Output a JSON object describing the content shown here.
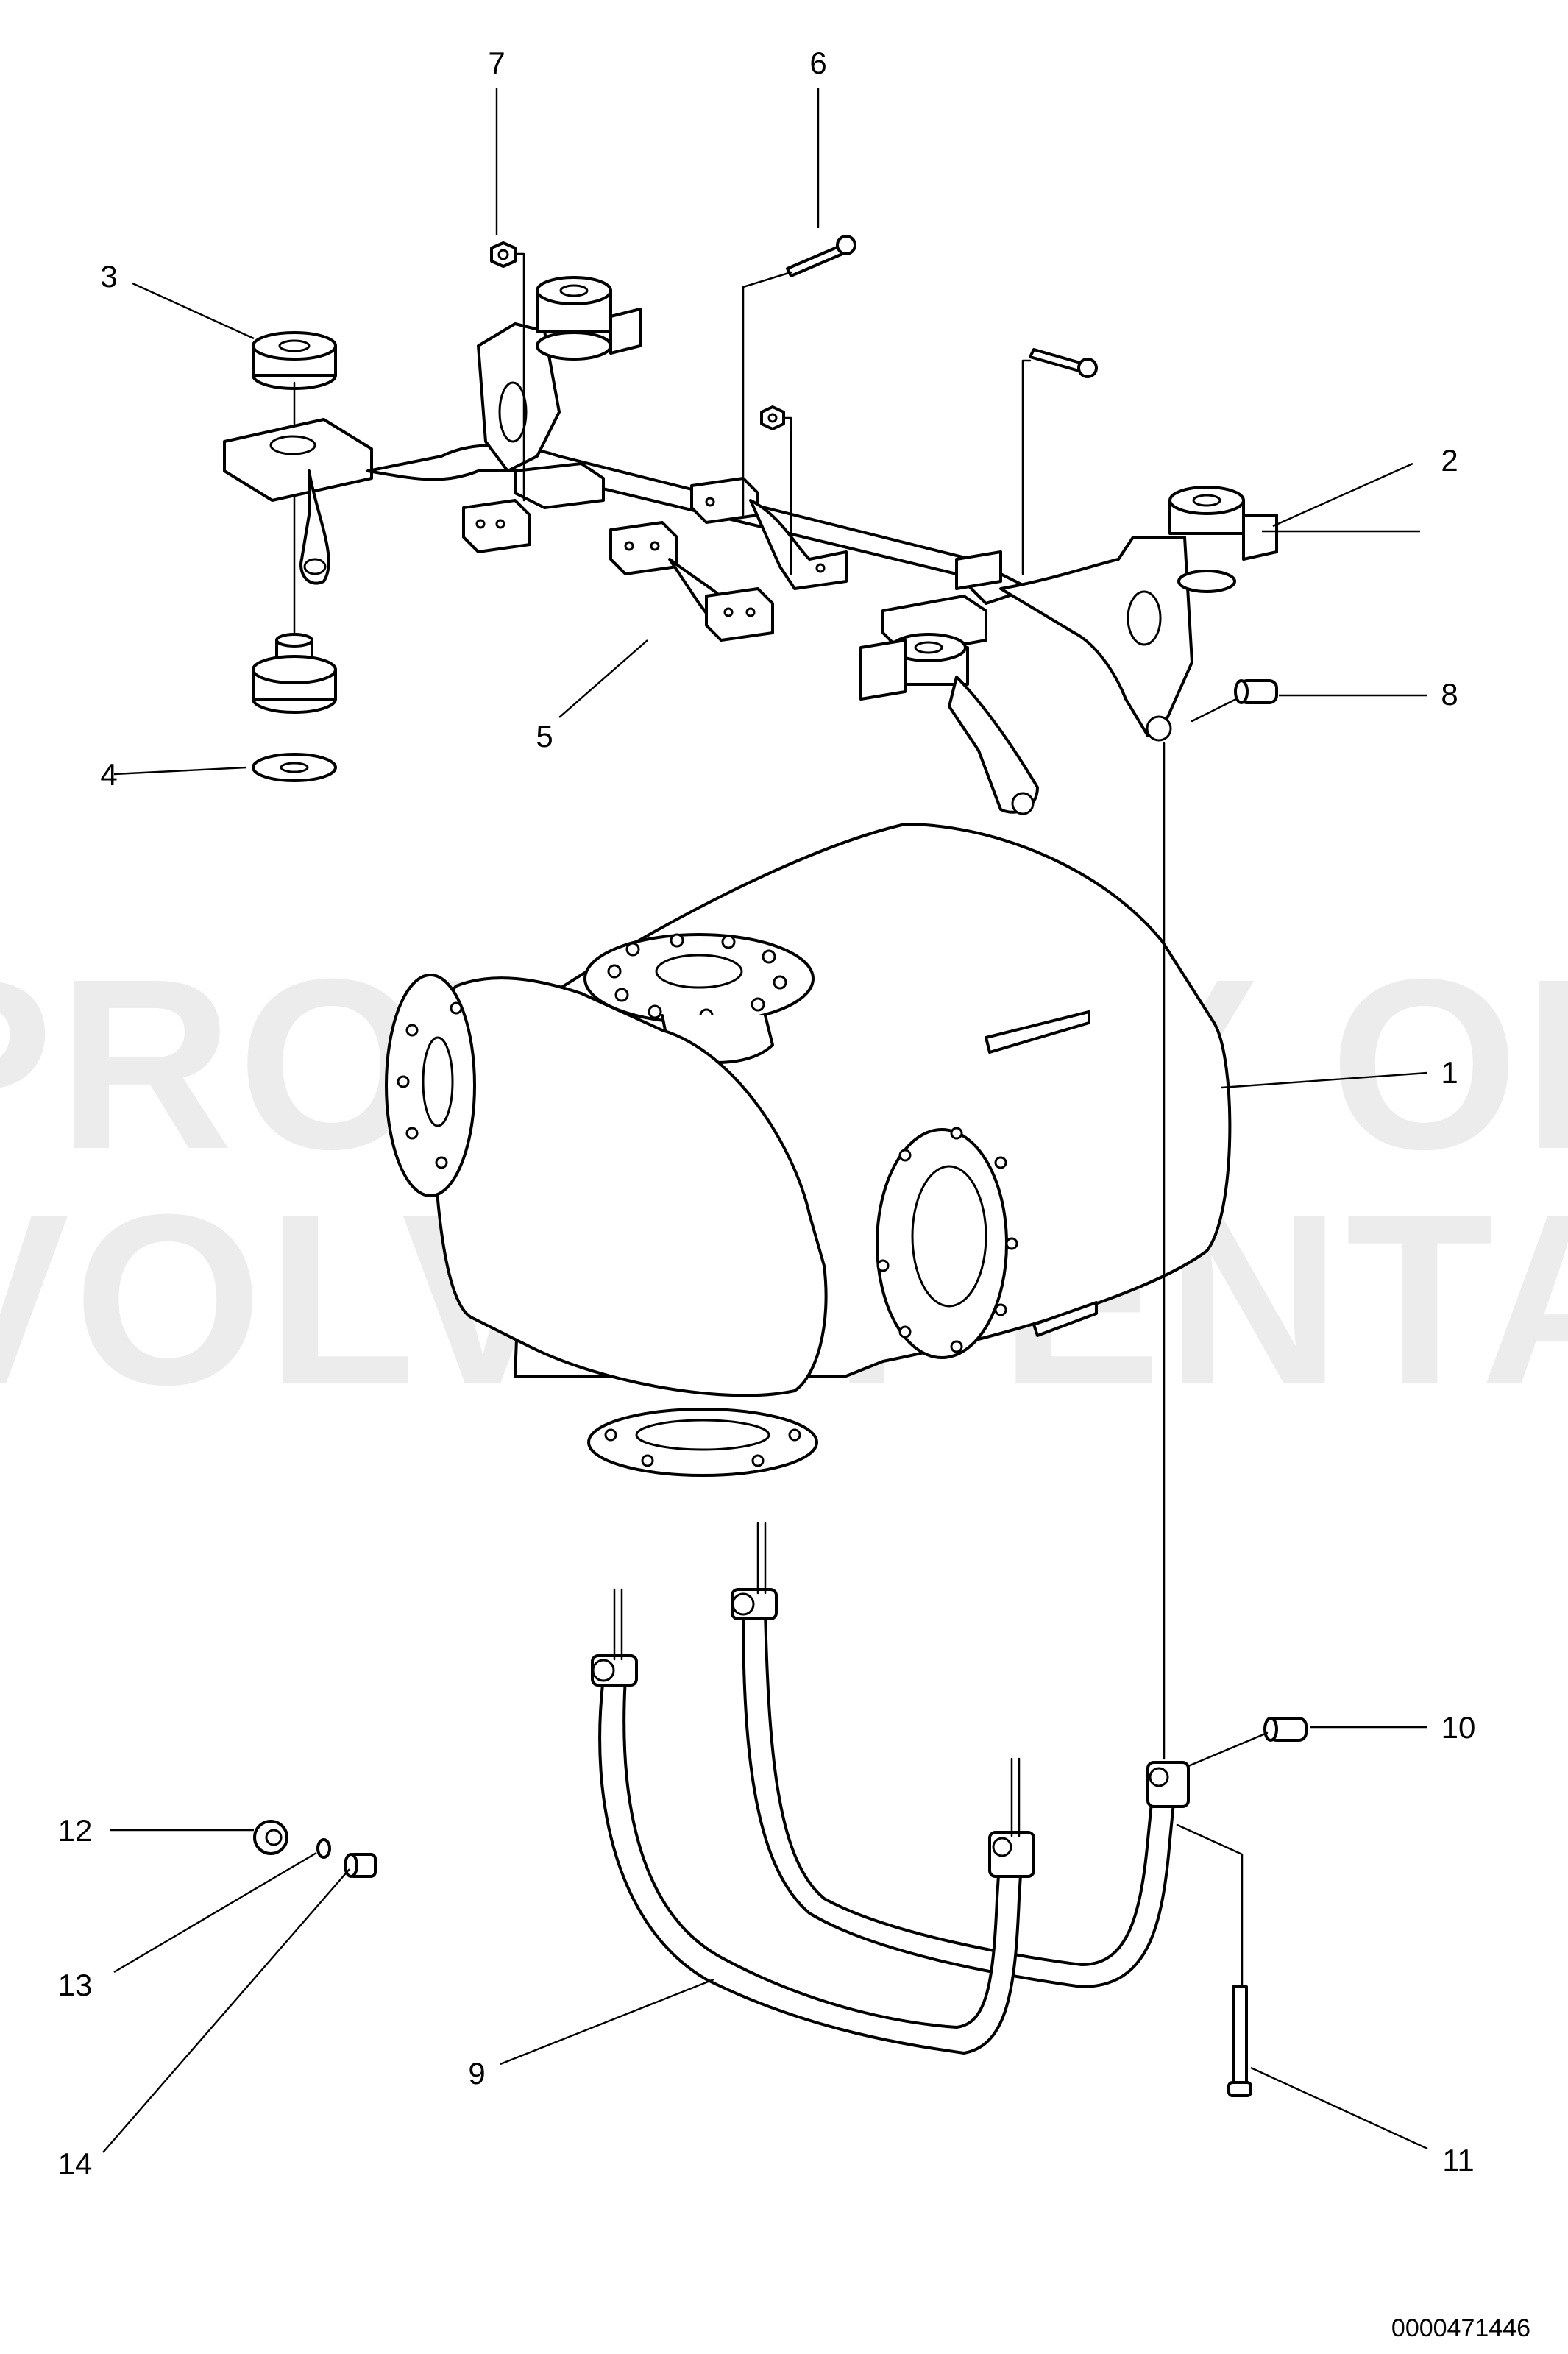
{
  "watermark": {
    "line1": "PROPERTY OF",
    "line2": "VOLVO PENTA"
  },
  "callouts": {
    "c1": "1",
    "c2": "2",
    "c3": "3",
    "c4": "4",
    "c5": "5",
    "c6": "6",
    "c7": "7",
    "c8": "8",
    "c9": "9",
    "c10": "10",
    "c11": "11",
    "c12": "12",
    "c13": "13",
    "c14": "14"
  },
  "document_number": "0000471446"
}
